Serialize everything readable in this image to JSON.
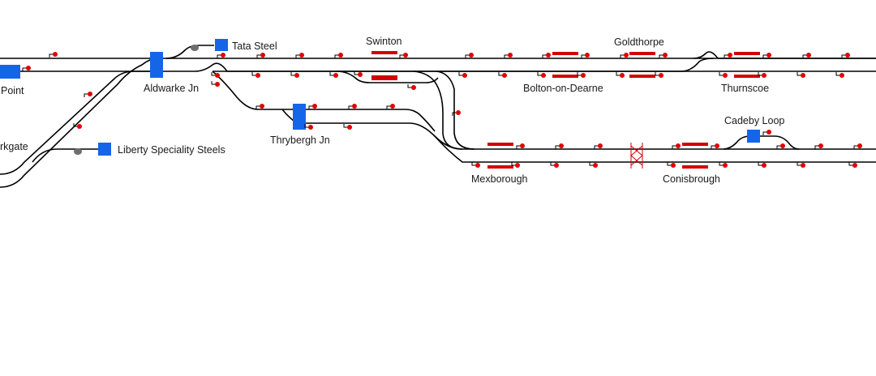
{
  "panel": {
    "name": "Signalling track diagram"
  },
  "colors": {
    "background": "#ffffff",
    "track": "#000000",
    "signal": "#e00000",
    "platform": "#d40000",
    "junction_block": "#1565e8",
    "buffer_stop": "#6e6e6e"
  },
  "labels": {
    "point": "Point",
    "aldwarke": "Aldwarke Jn",
    "tata": "Tata Steel",
    "swinton": "Swinton",
    "goldthorpe": "Goldthorpe",
    "bolton": "Bolton-on-Dearne",
    "thurnscoe": "Thurnscoe",
    "thrybergh": "Thrybergh Jn",
    "cadeby": "Cadeby Loop",
    "mexborough": "Mexborough",
    "conisbrough": "Conisbrough",
    "parkgate": "rkgate",
    "liberty": "Liberty Speciality Steels"
  },
  "icons": {
    "signal": "red-dot-with-post",
    "platform": "red-bar",
    "junction": "blue-rectangle",
    "buffer_stop": "grey-blob",
    "level_crossing": "red-lattice"
  }
}
